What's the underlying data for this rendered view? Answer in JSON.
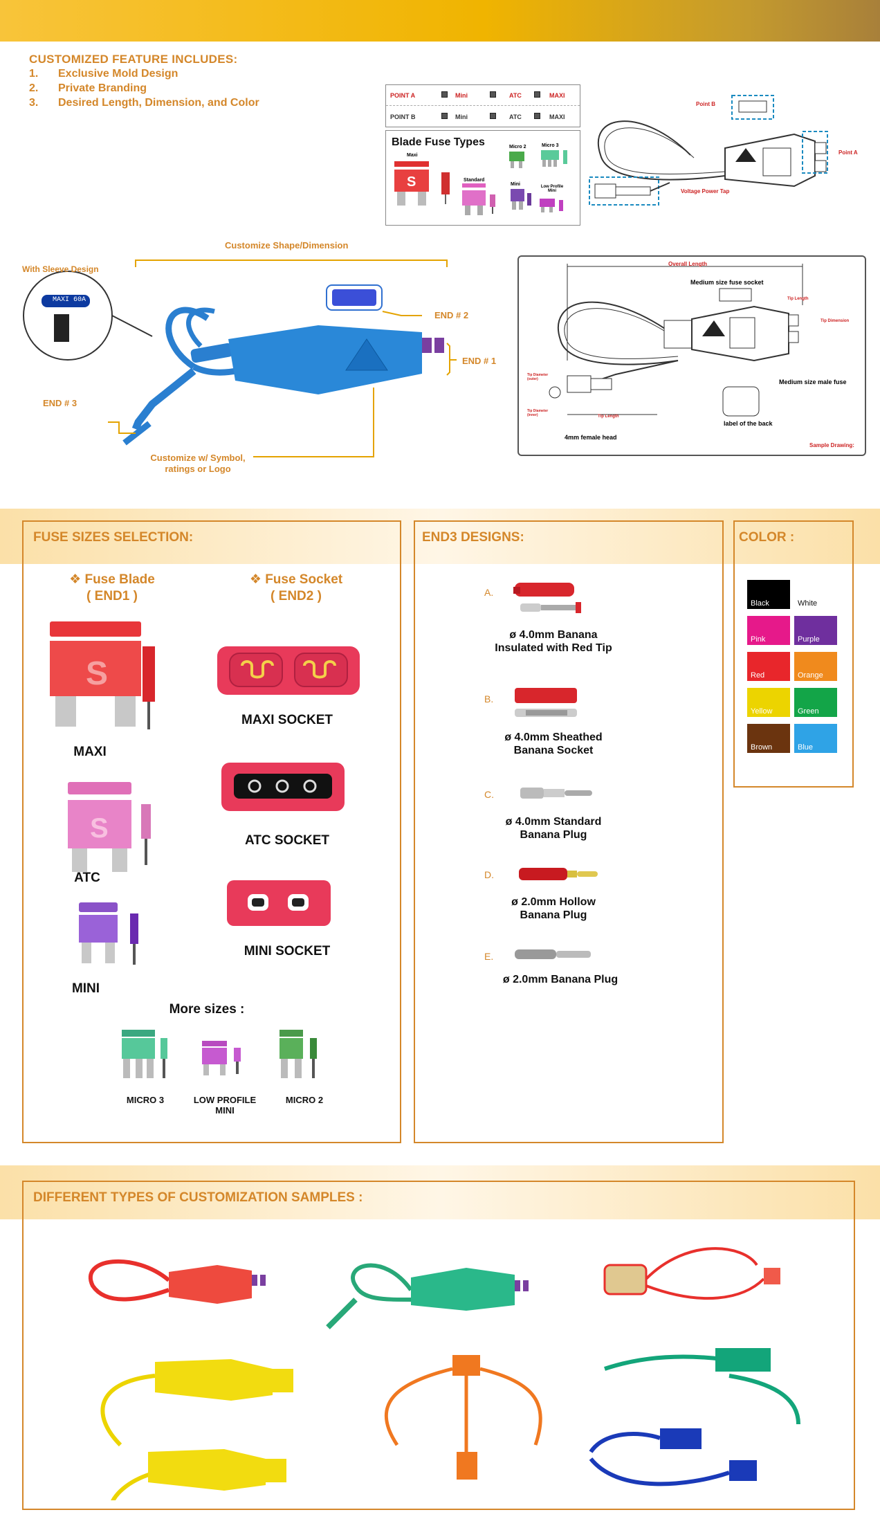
{
  "header": {
    "accent": "#f0b400"
  },
  "features": {
    "title": "CUSTOMIZED FEATURE INCLUDES:",
    "items": [
      {
        "num": "1.",
        "text": "Exclusive Mold Design"
      },
      {
        "num": "2.",
        "text": "Private Branding"
      },
      {
        "num": "3.",
        "text": "Desired Length, Dimension, and Color"
      }
    ]
  },
  "point_table": {
    "rows": [
      {
        "label": "POINT A",
        "opts": [
          "Mini",
          "ATC",
          "MAXI"
        ]
      },
      {
        "label": "POINT B",
        "opts": [
          "Mini",
          "ATC",
          "MAXI"
        ]
      }
    ]
  },
  "blade_types": {
    "title": "Blade Fuse Types",
    "labels": [
      "Maxi",
      "Standard",
      "Micro 2",
      "Micro 3",
      "Mini",
      "Low Profile Mini"
    ]
  },
  "top_diagram": {
    "point_b": "Point B",
    "point_a": "Point A",
    "power_tap": "Voltage Power Tap"
  },
  "main_diagram": {
    "shape": "Customize Shape/Dimension",
    "sleeve": "With Sleeve Design",
    "sleeve_text": "MAXI 60A",
    "end2": "END # 2",
    "end1": "END # 1",
    "end3": "END # 3",
    "symbol1": "Customize w/ Symbol,",
    "symbol2": "ratings or Logo"
  },
  "sample_drawing": {
    "overall": "Overall Length",
    "socket": "Medium size fuse socket",
    "tip_length": "Tip Length",
    "tip_dimension": "Tip Dimension",
    "tip_outer": "Tip Diameter (outer)",
    "tip_inner": "Tip Diameter (inner)",
    "tip_len2": "Tip Length",
    "male_fuse": "Medium size male fuse",
    "label_back": "label of the back",
    "female_head": "4mm female head",
    "sample": "Sample Drawing:"
  },
  "fuse_sizes": {
    "title": "FUSE SIZES SELECTION:",
    "blade_head": "Fuse Blade",
    "blade_sub": "( END1 )",
    "socket_head": "Fuse Socket",
    "socket_sub": "( END2 )",
    "blades": [
      "MAXI",
      "ATC",
      "MINI"
    ],
    "sockets": [
      "MAXI SOCKET",
      "ATC SOCKET",
      "MINI SOCKET"
    ],
    "more": "More sizes :",
    "more_items": [
      {
        "l1": "MICRO 3",
        "l2": ""
      },
      {
        "l1": "LOW PROFILE",
        "l2": "MINI"
      },
      {
        "l1": "MICRO 2",
        "l2": ""
      }
    ]
  },
  "end3": {
    "title": "END3 DESIGNS:",
    "items": [
      {
        "letter": "A.",
        "l1": "ø 4.0mm Banana",
        "l2": "Insulated with Red Tip"
      },
      {
        "letter": "B.",
        "l1": "ø 4.0mm Sheathed",
        "l2": "Banana Socket"
      },
      {
        "letter": "C.",
        "l1": "ø 4.0mm Standard",
        "l2": "Banana Plug"
      },
      {
        "letter": "D.",
        "l1": "ø 2.0mm Hollow",
        "l2": "Banana Plug"
      },
      {
        "letter": "E.",
        "l1": "ø 2.0mm Banana Plug",
        "l2": ""
      }
    ]
  },
  "colors": {
    "title": "COLOR :",
    "swatches": [
      {
        "name": "Black",
        "hex": "#000000"
      },
      {
        "name": "White",
        "hex": "#ffffff"
      },
      {
        "name": "Pink",
        "hex": "#e6198a"
      },
      {
        "name": "Purple",
        "hex": "#6f2f9e"
      },
      {
        "name": "Red",
        "hex": "#e8262b"
      },
      {
        "name": "Orange",
        "hex": "#f08a1d"
      },
      {
        "name": "Yellow",
        "hex": "#ecd400"
      },
      {
        "name": "Green",
        "hex": "#13a548"
      },
      {
        "name": "Brown",
        "hex": "#6b340f"
      },
      {
        "name": "Blue",
        "hex": "#2fa3e6"
      }
    ]
  },
  "samples": {
    "title": "DIFFERENT TYPES OF CUSTOMIZATION SAMPLES :"
  }
}
